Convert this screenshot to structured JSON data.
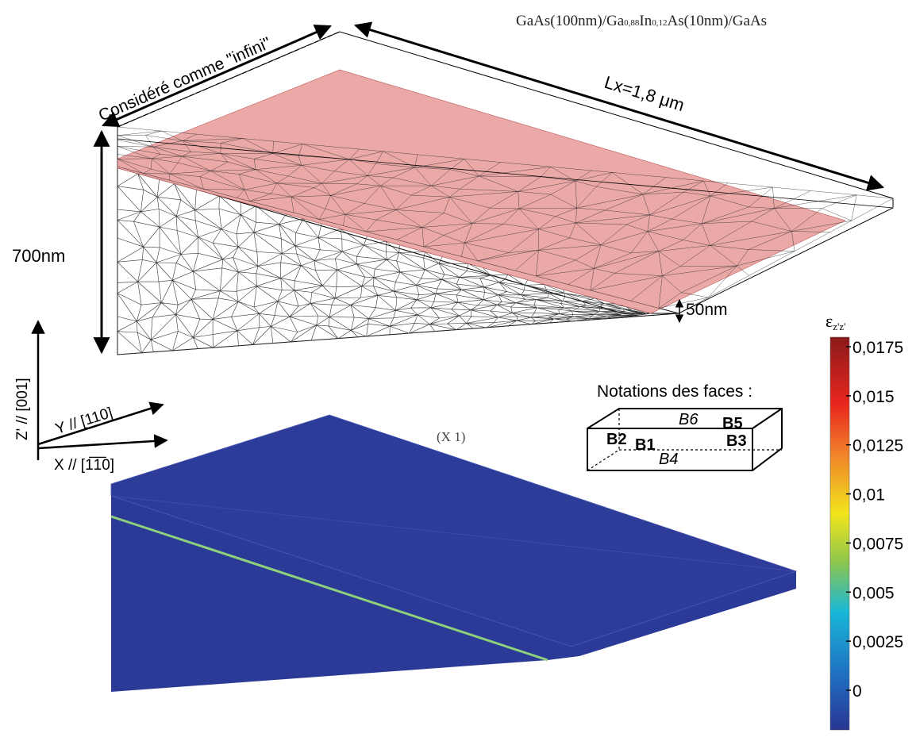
{
  "header": {
    "structure_parts": [
      {
        "t": "GaAs(100nm)/Ga",
        "sub": false
      },
      {
        "t": "0,88",
        "sub": true
      },
      {
        "t": "In",
        "sub": false
      },
      {
        "t": "0,12",
        "sub": true
      },
      {
        "t": "As(10nm)/GaAs",
        "sub": false
      }
    ]
  },
  "mesh": {
    "infinite_label": "Considéré comme \"infini\"",
    "lx_label": "Lx=1,8 μm",
    "height_label": "700nm",
    "thickness_label": "50nm"
  },
  "axes": {
    "z_label": "Z' // [001]",
    "y_label": "Y // [110]",
    "x_label": "X // [1̅1̅0]"
  },
  "deformed": {
    "scale_label": "(X 1)"
  },
  "faces": {
    "title": "Notations des faces :",
    "labels": [
      "B1",
      "B2",
      "B3",
      "B4",
      "B5",
      "B6"
    ]
  },
  "colorbar": {
    "symbol": "ε",
    "subscript": "z'z'",
    "ticks": [
      "0,0175",
      "0,015",
      "0,0125",
      "0,01",
      "0,0075",
      "0,005",
      "0,0025",
      "0"
    ],
    "tick_values": [
      0.0175,
      0.015,
      0.0125,
      0.01,
      0.0075,
      0.005,
      0.0025,
      0
    ],
    "colors": {
      "top": "#8b1a1a",
      "red": "#e8261e",
      "orange": "#f0842a",
      "yellow": "#f2e51c",
      "green": "#8fc74a",
      "cyan": "#19b7d8",
      "blue": "#1f6fc0",
      "navy": "#283593"
    }
  },
  "colors": {
    "ingaas_layer": "#e8a2a0",
    "strain_field": "#2b3a96",
    "strain_line": "#8fd07a"
  }
}
